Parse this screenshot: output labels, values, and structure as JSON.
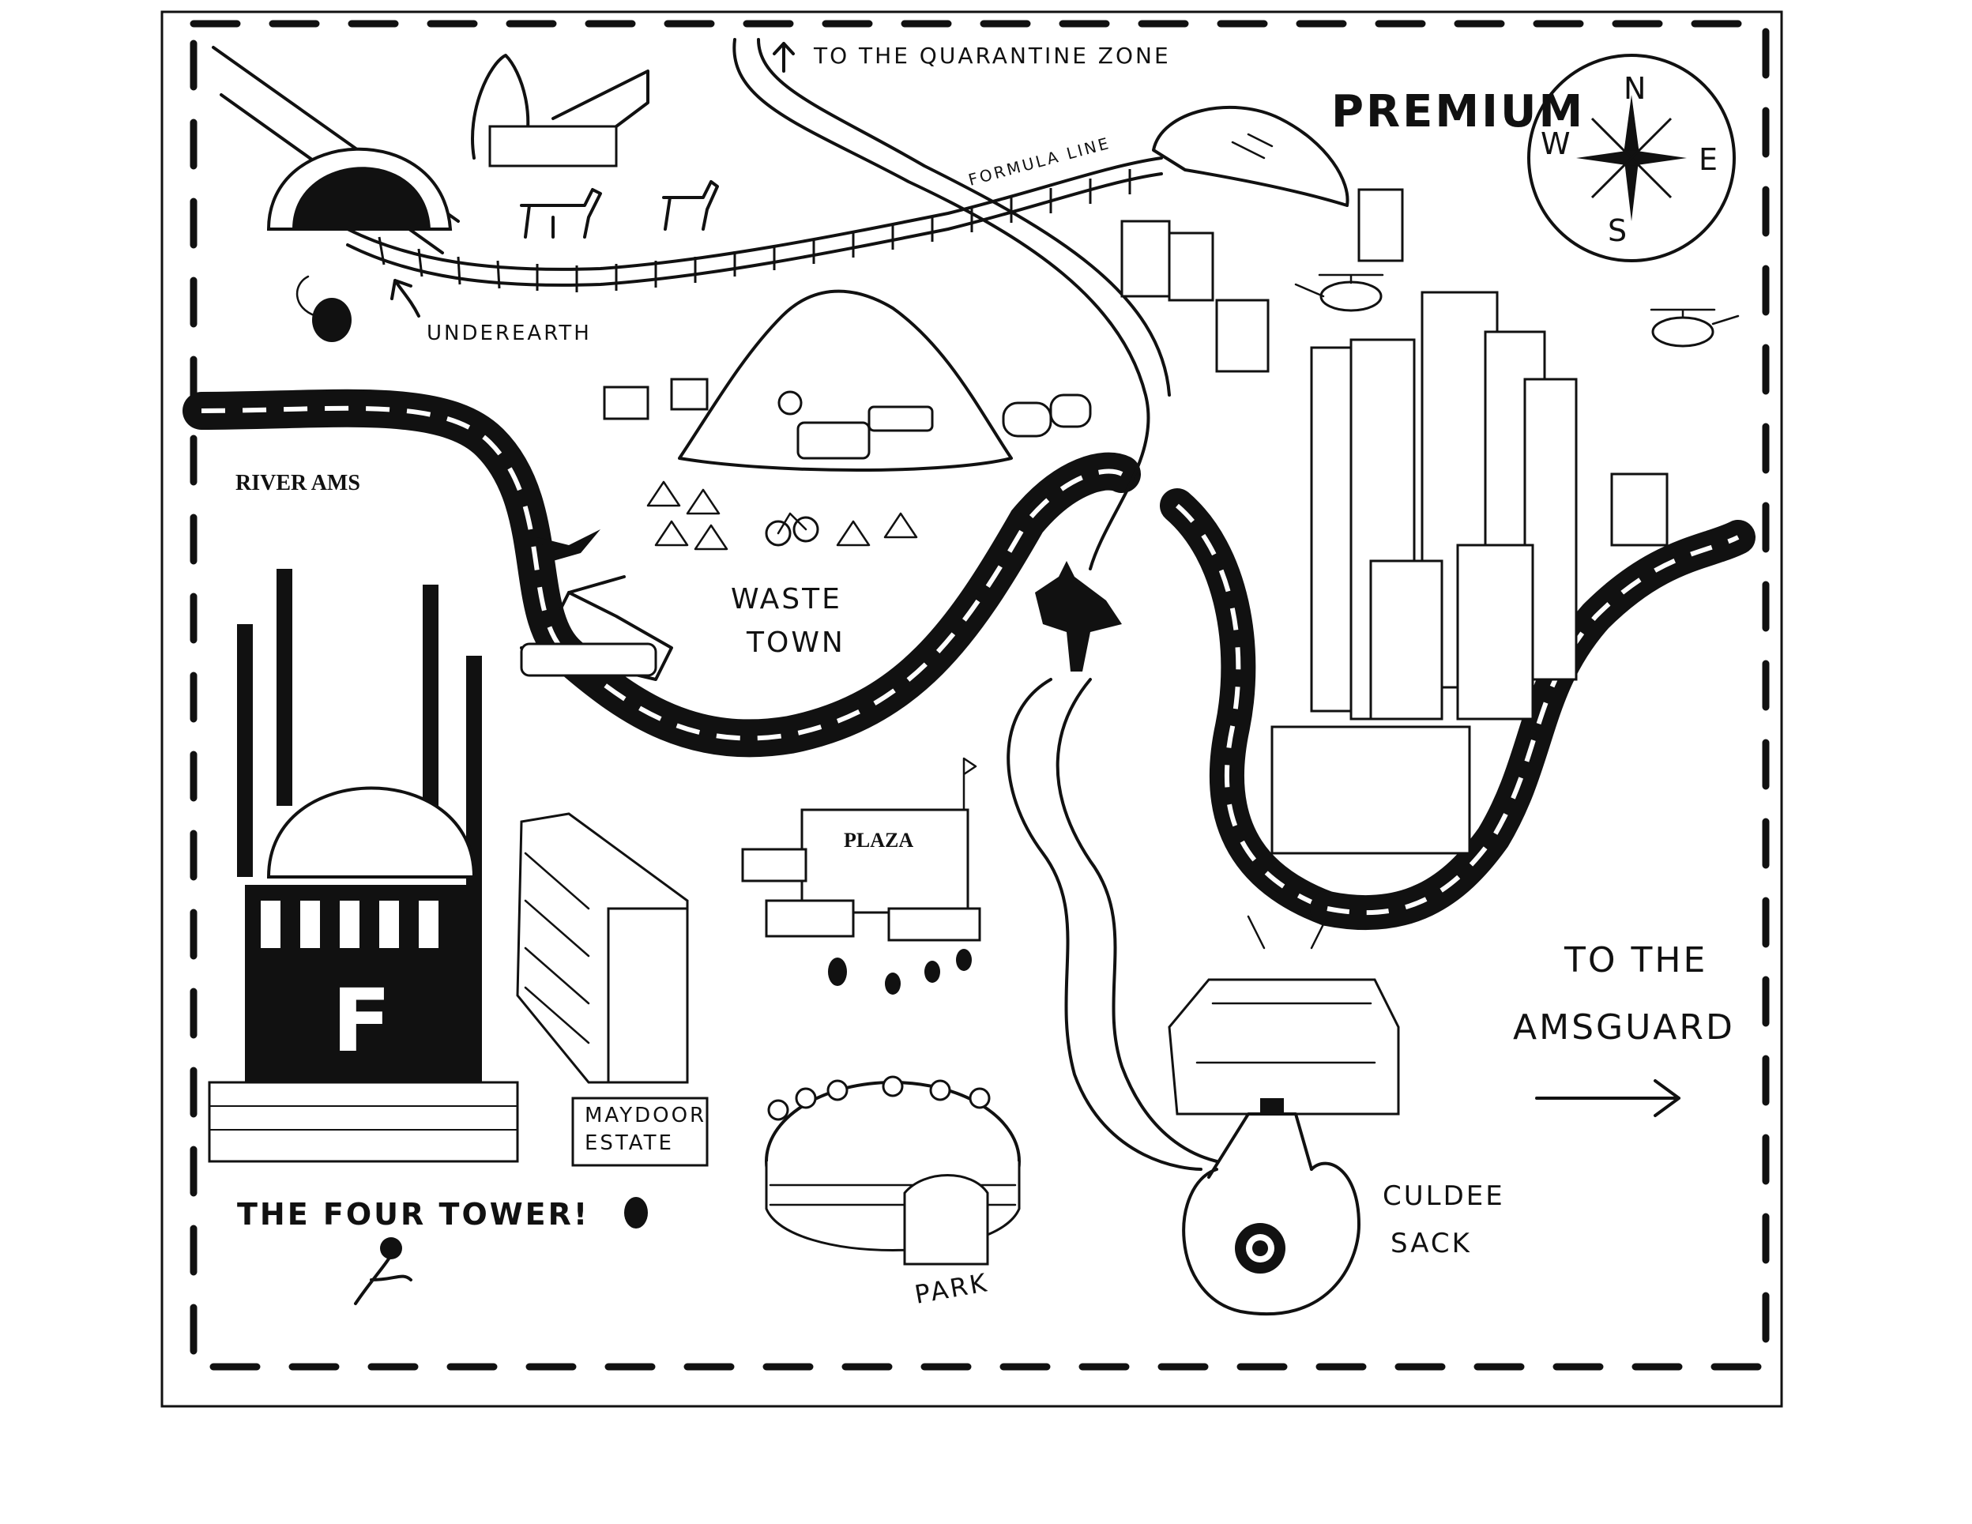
{
  "map": {
    "labels": {
      "quarantine": "TO THE QUARANTINE ZONE",
      "formula_line": "FORMULA LINE",
      "premium": "PREMIUM",
      "underearth": "UNDEREARTH",
      "river_ams": "RIVER AMS",
      "waste_town_1": "WASTE",
      "waste_town_2": "TOWN",
      "plaza": "PLAZA",
      "maydoor_1": "MAYDOOR",
      "maydoor_2": "ESTATE",
      "four_towers": "THE FOUR TOWER!",
      "park": "PARK",
      "culdee_1": "CULDEE",
      "culdee_2": "SACK",
      "amsguard_1": "TO THE",
      "amsguard_2": "AMSGUARD",
      "tower_letter": "F"
    },
    "compass": {
      "n": "N",
      "s": "S",
      "e": "E",
      "w": "W"
    },
    "icons": [
      "compass-rose-icon",
      "helicopter-icon",
      "dog-icon",
      "rat-icon",
      "bird-icon",
      "wolf-icon",
      "tent-icon",
      "bicycle-icon",
      "tree-icon",
      "bug-icon",
      "flower-icon",
      "crane-icon",
      "tunnel-icon",
      "arrow-icon"
    ]
  }
}
